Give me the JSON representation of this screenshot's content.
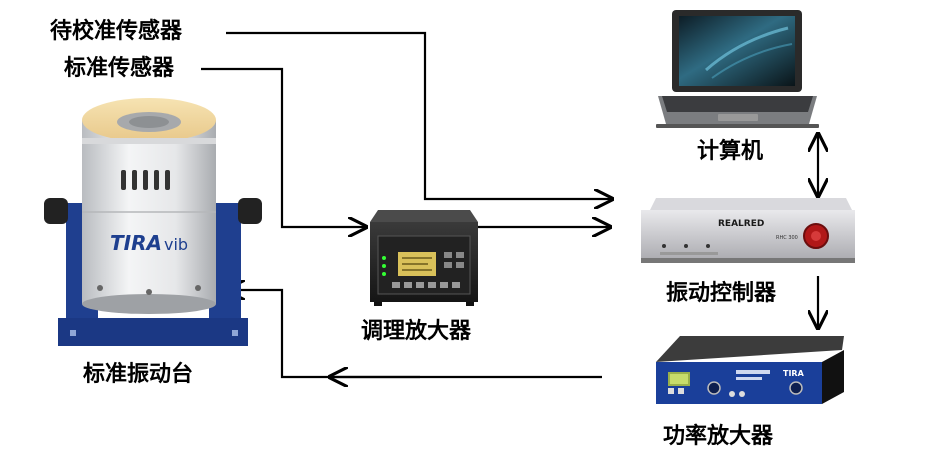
{
  "labels": {
    "dut_sensor": "待校准传感器",
    "ref_sensor": "标准传感器",
    "computer": "计算机",
    "controller": "振动控制器",
    "amplifier_cond": "调理放大器",
    "power_amp": "功率放大器",
    "shaker": "标准振动台"
  },
  "device_text": {
    "shaker_brand": "TIRA",
    "shaker_brand_suffix": "vib",
    "controller_brand": "REALRED",
    "controller_model": "RHC 300",
    "power_amp_brand": "TIRA"
  },
  "colors": {
    "arrow": "#000000",
    "shaker_base": "#1f3f8f",
    "power_amp_panel": "#1a3f9a",
    "controller_body": "#c8c8cc",
    "laptop_screen": "#1c3a4a"
  }
}
